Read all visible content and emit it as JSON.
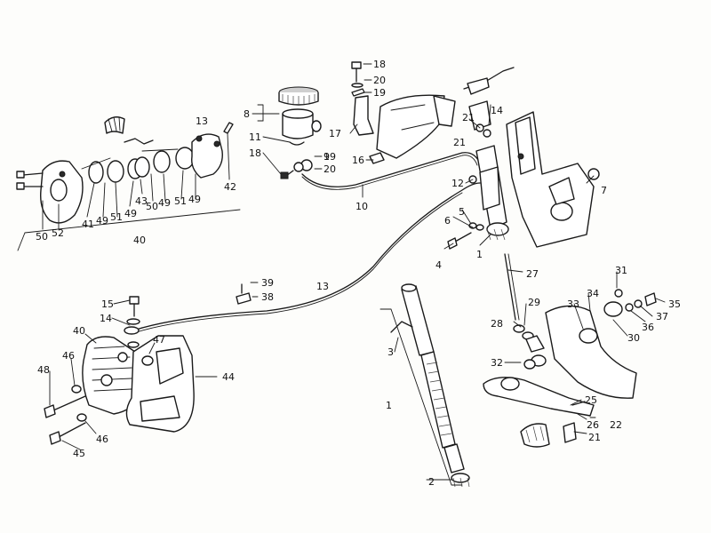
{
  "diagram": {
    "callouts": {
      "n1": "1",
      "n2": "2",
      "n3": "3",
      "n4": "4",
      "n5": "5",
      "n6": "6",
      "n7": "7",
      "n8": "8",
      "n9": "9",
      "n10": "10",
      "n11": "11",
      "n12": "12",
      "n13a": "13",
      "n13b": "13",
      "n14a": "14",
      "n14b": "14",
      "n15": "15",
      "n16": "16",
      "n17": "17",
      "n18a": "18",
      "n18b": "18",
      "n19a": "19",
      "n19b": "19",
      "n20a": "20",
      "n20b": "20",
      "n21a": "21",
      "n21b": "21",
      "n22": "22",
      "n25": "25",
      "n26": "26",
      "n27": "27",
      "n28": "28",
      "n29": "29",
      "n30": "30",
      "n31": "31",
      "n32": "32",
      "n33": "33",
      "n34": "34",
      "n35": "35",
      "n36": "36",
      "n37": "37",
      "n38": "38",
      "n39": "39",
      "n40a": "40",
      "n40b": "40",
      "n41": "41",
      "n42": "42",
      "n43": "43",
      "n44": "44",
      "n45": "45",
      "n46a": "46",
      "n46b": "46",
      "n47": "47",
      "n48": "48",
      "n49a": "49",
      "n49b": "49",
      "n49c": "49",
      "n50a": "50",
      "n50b": "50",
      "n51a": "51",
      "n51b": "51",
      "n52": "52"
    }
  }
}
